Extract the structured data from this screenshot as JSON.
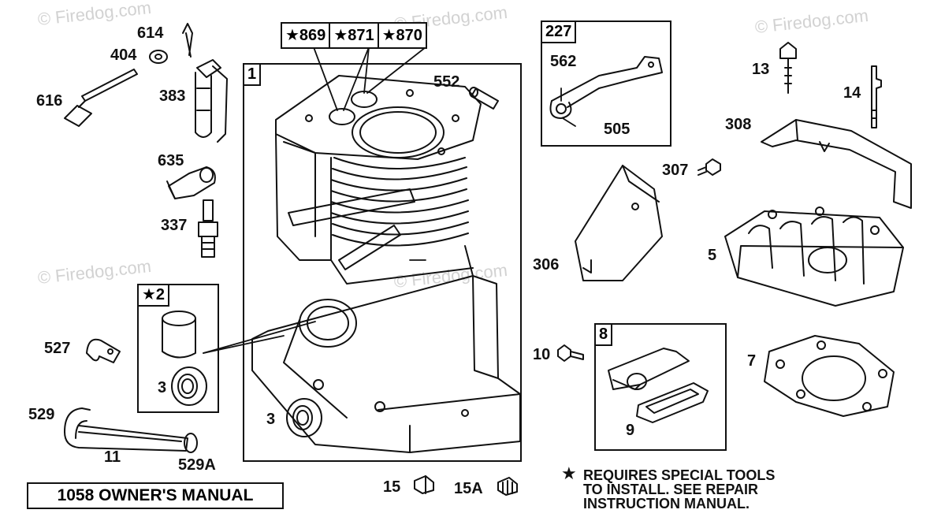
{
  "watermarks": [
    "© Firedog.com",
    "© Firedog.com",
    "© Firedog.com",
    "© Firedog.com",
    "© Firedog.com"
  ],
  "star_callout": [
    "★869",
    "★871",
    "★870"
  ],
  "boxes": {
    "main": "1",
    "seal_kit": "★2",
    "lever_kit": "227",
    "valve_kit": "8"
  },
  "part_labels": {
    "p614": "614",
    "p404": "404",
    "p616": "616",
    "p383": "383",
    "p635": "635",
    "p337": "337",
    "p527": "527",
    "p3a": "3",
    "p3b": "3",
    "p529": "529",
    "p11": "11",
    "p529a": "529A",
    "p552": "552",
    "p562": "562",
    "p505": "505",
    "p13": "13",
    "p14": "14",
    "p308": "308",
    "p307": "307",
    "p306": "306",
    "p5": "5",
    "p10": "10",
    "p9": "9",
    "p7": "7",
    "p15": "15",
    "p15a": "15A"
  },
  "manual_label": "1058 OWNER'S MANUAL",
  "note": {
    "star": "★",
    "line1": "REQUIRES SPECIAL TOOLS",
    "line2": "TO INSTALL.  SEE REPAIR",
    "line3": "INSTRUCTION MANUAL."
  }
}
